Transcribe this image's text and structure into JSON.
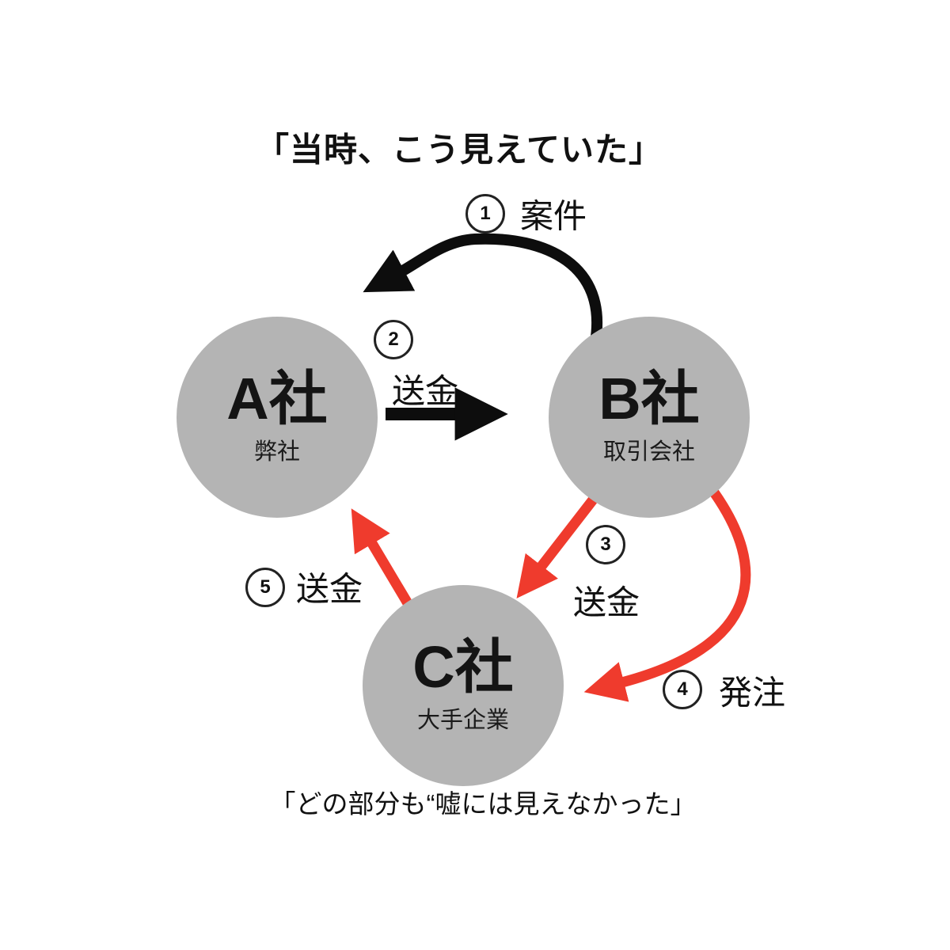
{
  "title": "「当時、こう見えていた」",
  "caption": "「どの部分も“嘘には見えなかった」",
  "nodes": {
    "a": {
      "label": "A社",
      "sublabel": "弊社"
    },
    "b": {
      "label": "B社",
      "sublabel": "取引会社"
    },
    "c": {
      "label": "C社",
      "sublabel": "大手企業"
    }
  },
  "steps": [
    {
      "num": "1",
      "label": "案件"
    },
    {
      "num": "2",
      "label": "送金"
    },
    {
      "num": "3",
      "label": "送金"
    },
    {
      "num": "4",
      "label": "発注"
    },
    {
      "num": "5",
      "label": "送金"
    }
  ],
  "colors": {
    "node_fill": "#b4b4b4",
    "arrow_black": "#0d0d0d",
    "arrow_red": "#ef3b2d",
    "background": "#ffffff",
    "text": "#111111"
  }
}
